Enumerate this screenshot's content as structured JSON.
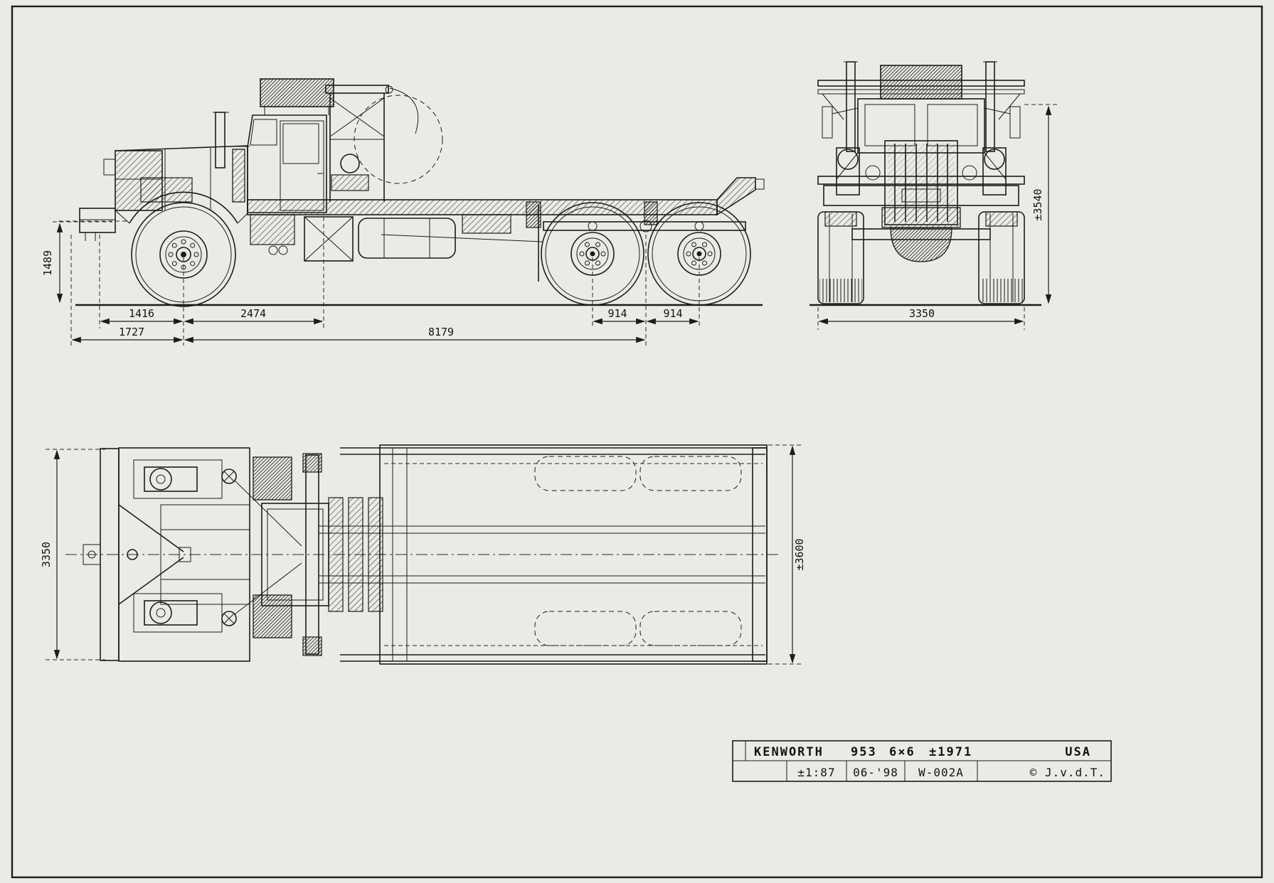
{
  "drawing": {
    "title_block": {
      "make": "KENWORTH",
      "model": "953",
      "drive": "6×6",
      "year": "±1971",
      "country": "USA",
      "scale": "±1:87",
      "date": "06-'98",
      "sheet": "W-002A",
      "credit": "© J.v.d.T."
    },
    "side_view": {
      "frame_height": "1489",
      "bumper_to_axle": "1416",
      "axle_to_cab": "2474",
      "front_overhang": "1727",
      "wheelbase": "8179",
      "tandem_front": "914",
      "tandem_rear": "914"
    },
    "front_view": {
      "overall_height": "±3540",
      "track_width": "3350"
    },
    "top_view": {
      "overall_width": "3350",
      "body_width": "±3600"
    }
  }
}
